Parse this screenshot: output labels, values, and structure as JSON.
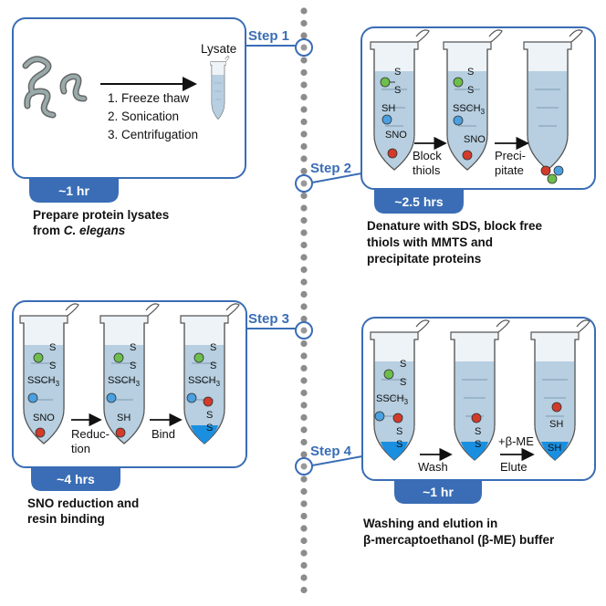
{
  "steps": [
    {
      "label": "Step 1",
      "time": "~1 hr",
      "caption_line1": "Prepare protein lysates",
      "caption_line2_prefix": "from ",
      "caption_line2_italic": "C. elegans"
    },
    {
      "label": "Step 2",
      "time": "~2.5 hrs",
      "caption_line1": "Denature with SDS, block free",
      "caption_line2": "thiols with MMTS and",
      "caption_line3": "precipitate proteins"
    },
    {
      "label": "Step 3",
      "time": "~4 hrs",
      "caption_line1": "SNO reduction and",
      "caption_line2": "resin binding"
    },
    {
      "label": "Step 4",
      "time": "~1 hr",
      "caption_line1": "Washing and elution in",
      "caption_line2": "β-mercaptoethanol (β-ME) buffer"
    }
  ],
  "panel1": {
    "lysate": "Lysate",
    "protocol": [
      "1. Freeze thaw",
      "2. Sonication",
      "3. Centrifugation"
    ]
  },
  "panel2": {
    "block_line1": "Block",
    "block_line2": "thiols",
    "precip_line1": "Preci-",
    "precip_line2": "pitate",
    "sh": "SH",
    "sno": "SNO",
    "ssch3": "SSCH",
    "sub3": "3",
    "s": "S"
  },
  "panel3": {
    "reduc_line1": "Reduc-",
    "reduc_line2": "tion",
    "bind": "Bind",
    "sh": "SH",
    "sno": "SNO",
    "ssch3": "SSCH",
    "sub3": "3",
    "s": "S"
  },
  "panel4": {
    "wash": "Wash",
    "bme": "+β-ME",
    "elute": "Elute",
    "sh": "SH",
    "ssch3": "SSCH",
    "sub3": "3",
    "s": "S"
  },
  "colors": {
    "blue": "#3a6db5",
    "liquid": "#b7cfe0",
    "resin": "#1a8fe0",
    "green": "#6dbf4b",
    "lightblue": "#4aa0e0",
    "red": "#d23a2a"
  }
}
